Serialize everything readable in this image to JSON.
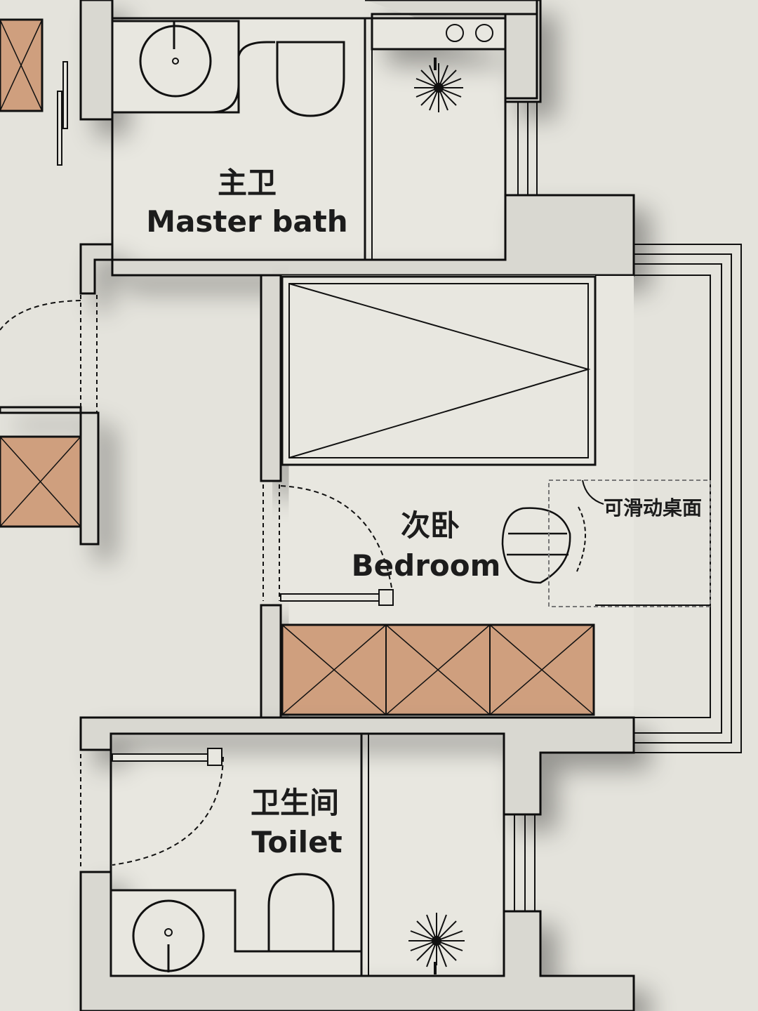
{
  "rooms": {
    "master_bath": {
      "zh": "主卫",
      "en": "Master bath"
    },
    "bedroom": {
      "zh": "次卧",
      "en": "Bedroom"
    },
    "toilet": {
      "zh": "卫生间",
      "en": "Toilet"
    }
  },
  "annotations": {
    "sliding_desk": "可滑动桌面"
  },
  "colors": {
    "background": "#e4e3dc",
    "floor": "#e6e5de",
    "wall": "#d9d8d1",
    "line": "#111111",
    "cabinet": "#cf9f7e"
  }
}
